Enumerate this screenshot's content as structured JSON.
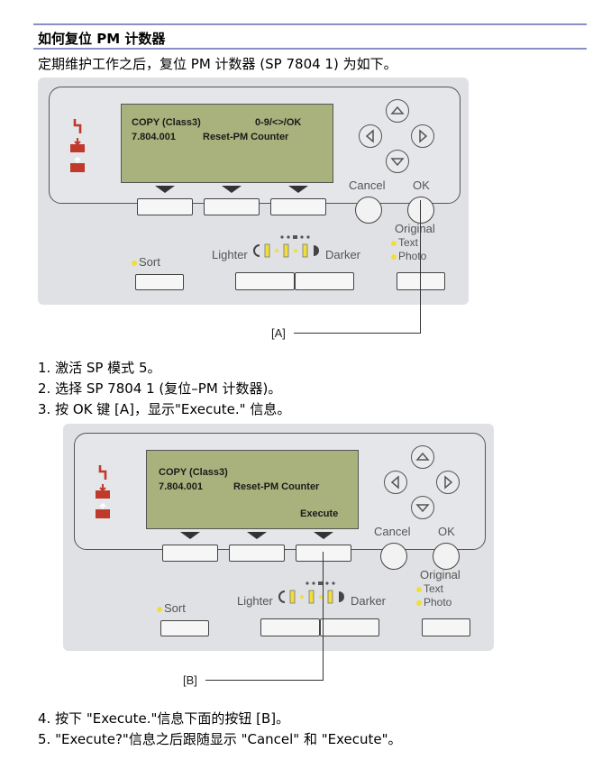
{
  "header": {
    "title": "如何复位 PM 计数器"
  },
  "intro": "定期维护工作之后，复位 PM 计数器 (SP 7804 1) 为如下。",
  "steps_a": [
    "1.  激活  SP  模式 5。",
    "2.  选择  SP 7804 1 (复位–PM  计数器)。",
    "3.  按  OK  键  [A]，显示\"Execute.\" 信息。"
  ],
  "steps_b": [
    "4.  按下  \"Execute.\"信息下面的按钮  [B]。",
    "5.  \"Execute?\"信息之后跟随显示  \"Cancel\"  和  \"Execute\"。"
  ],
  "figure1": {
    "lcd": {
      "line1_left": "COPY (Class3)",
      "line1_right": "0-9/<>/OK",
      "line2_left": "7.804.001",
      "line2_right": "Reset-PM Counter"
    },
    "callout": "[A]"
  },
  "figure2": {
    "lcd": {
      "line1_left": "COPY (Class3)",
      "line2_left": "7.804.001",
      "line2_right": "Reset-PM Counter",
      "line3_right": "Execute"
    },
    "callout": "[B]"
  },
  "panel_labels": {
    "cancel": "Cancel",
    "ok": "OK",
    "original": "Original",
    "text": "Text",
    "photo": "Photo",
    "sort": "Sort",
    "lighter": "Lighter",
    "darker": "Darker"
  },
  "colors": {
    "rule": "#8a8fc6",
    "lcd": "#a9b27c",
    "indicator": "#f1de3a",
    "alert_icon": "#c0392b"
  },
  "icons": [
    "arrow-up-icon",
    "arrow-left-icon",
    "arrow-right-icon",
    "arrow-down-icon",
    "alert-icon",
    "paper-jam-icon",
    "toner-icon"
  ]
}
